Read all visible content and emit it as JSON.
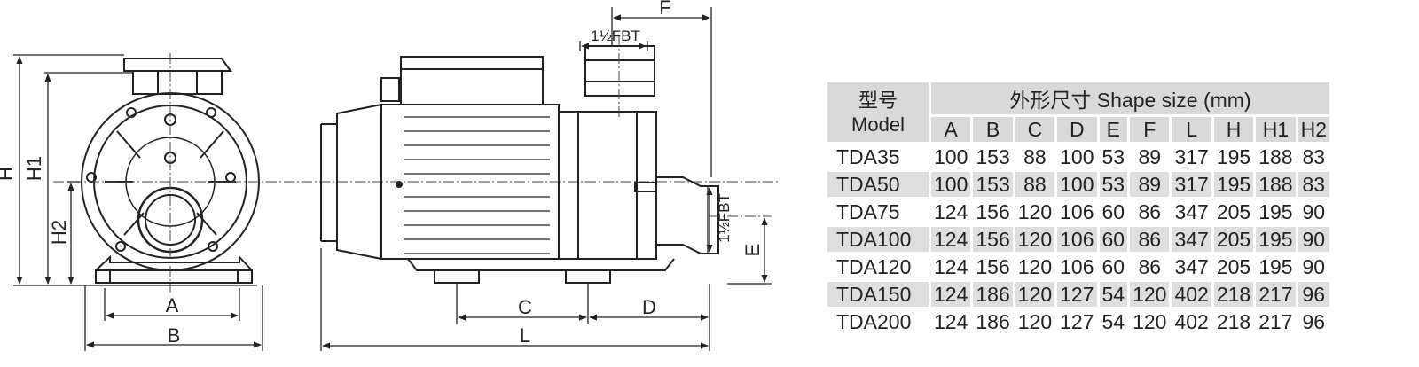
{
  "drawings": {
    "front_view": {
      "label_a": "A",
      "label_b": "B",
      "label_h": "H",
      "label_h1": "H1",
      "label_h2": "H2"
    },
    "side_view": {
      "label_f": "F",
      "label_c": "C",
      "label_d": "D",
      "label_l": "L",
      "label_e": "E",
      "outlet_label": "1½FBT",
      "inlet_label": "1½FBT"
    }
  },
  "table": {
    "model_header_cn": "型号",
    "model_header_en": "Model",
    "group_header": "外形尺寸 Shape size (mm)",
    "columns": [
      "A",
      "B",
      "C",
      "D",
      "E",
      "F",
      "L",
      "H",
      "H1",
      "H2"
    ],
    "rows": [
      {
        "model": "TDA35",
        "values": [
          "100",
          "153",
          "88",
          "100",
          "53",
          "89",
          "317",
          "195",
          "188",
          "83"
        ]
      },
      {
        "model": "TDA50",
        "values": [
          "100",
          "153",
          "88",
          "100",
          "53",
          "89",
          "317",
          "195",
          "188",
          "83"
        ]
      },
      {
        "model": "TDA75",
        "values": [
          "124",
          "156",
          "120",
          "106",
          "60",
          "86",
          "347",
          "205",
          "195",
          "90"
        ]
      },
      {
        "model": "TDA100",
        "values": [
          "124",
          "156",
          "120",
          "106",
          "60",
          "86",
          "347",
          "205",
          "195",
          "90"
        ]
      },
      {
        "model": "TDA120",
        "values": [
          "124",
          "156",
          "120",
          "106",
          "60",
          "86",
          "347",
          "205",
          "195",
          "90"
        ]
      },
      {
        "model": "TDA150",
        "values": [
          "124",
          "186",
          "120",
          "127",
          "54",
          "120",
          "402",
          "218",
          "217",
          "96"
        ]
      },
      {
        "model": "TDA200",
        "values": [
          "124",
          "186",
          "120",
          "127",
          "54",
          "120",
          "402",
          "218",
          "217",
          "96"
        ]
      }
    ]
  }
}
